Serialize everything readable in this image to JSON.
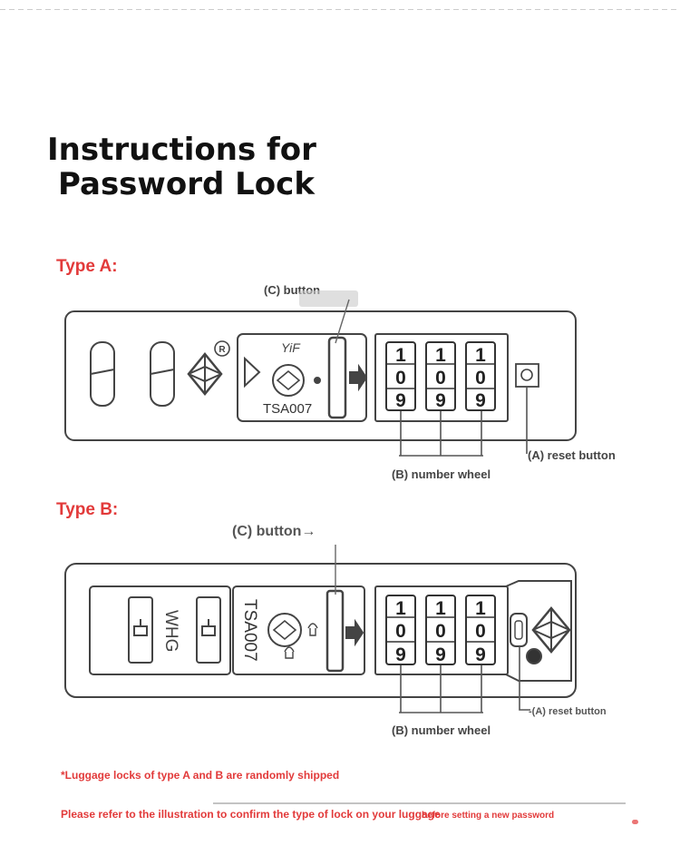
{
  "title": {
    "line1": "Instructions for",
    "line2": "Password Lock"
  },
  "type_a": {
    "label": "Type A:",
    "button_callout": "(C) button",
    "brand_text": "YiF",
    "model_text": "TSA007",
    "registered_mark": "R",
    "reset_callout": "(A) reset button",
    "wheel_callout": "(B) number wheel",
    "wheel_digits": [
      [
        "1",
        "0",
        "9"
      ],
      [
        "1",
        "0",
        "9"
      ],
      [
        "1",
        "0",
        "9"
      ]
    ]
  },
  "type_b": {
    "label": "Type B:",
    "button_callout": "(C) button→",
    "brand_text": "WHG",
    "model_text": "TSA007",
    "reset_callout": "-(A) reset button",
    "wheel_callout": "(B) number wheel",
    "wheel_digits": [
      [
        "1",
        "0",
        "9"
      ],
      [
        "1",
        "0",
        "9"
      ],
      [
        "1",
        "0",
        "9"
      ]
    ]
  },
  "notes": {
    "shipping": "*Luggage locks of type A and B are randomly shipped",
    "refer": "Please refer to the illustration to confirm the type of lock on your luggage",
    "overlap": "before setting a new password"
  }
}
